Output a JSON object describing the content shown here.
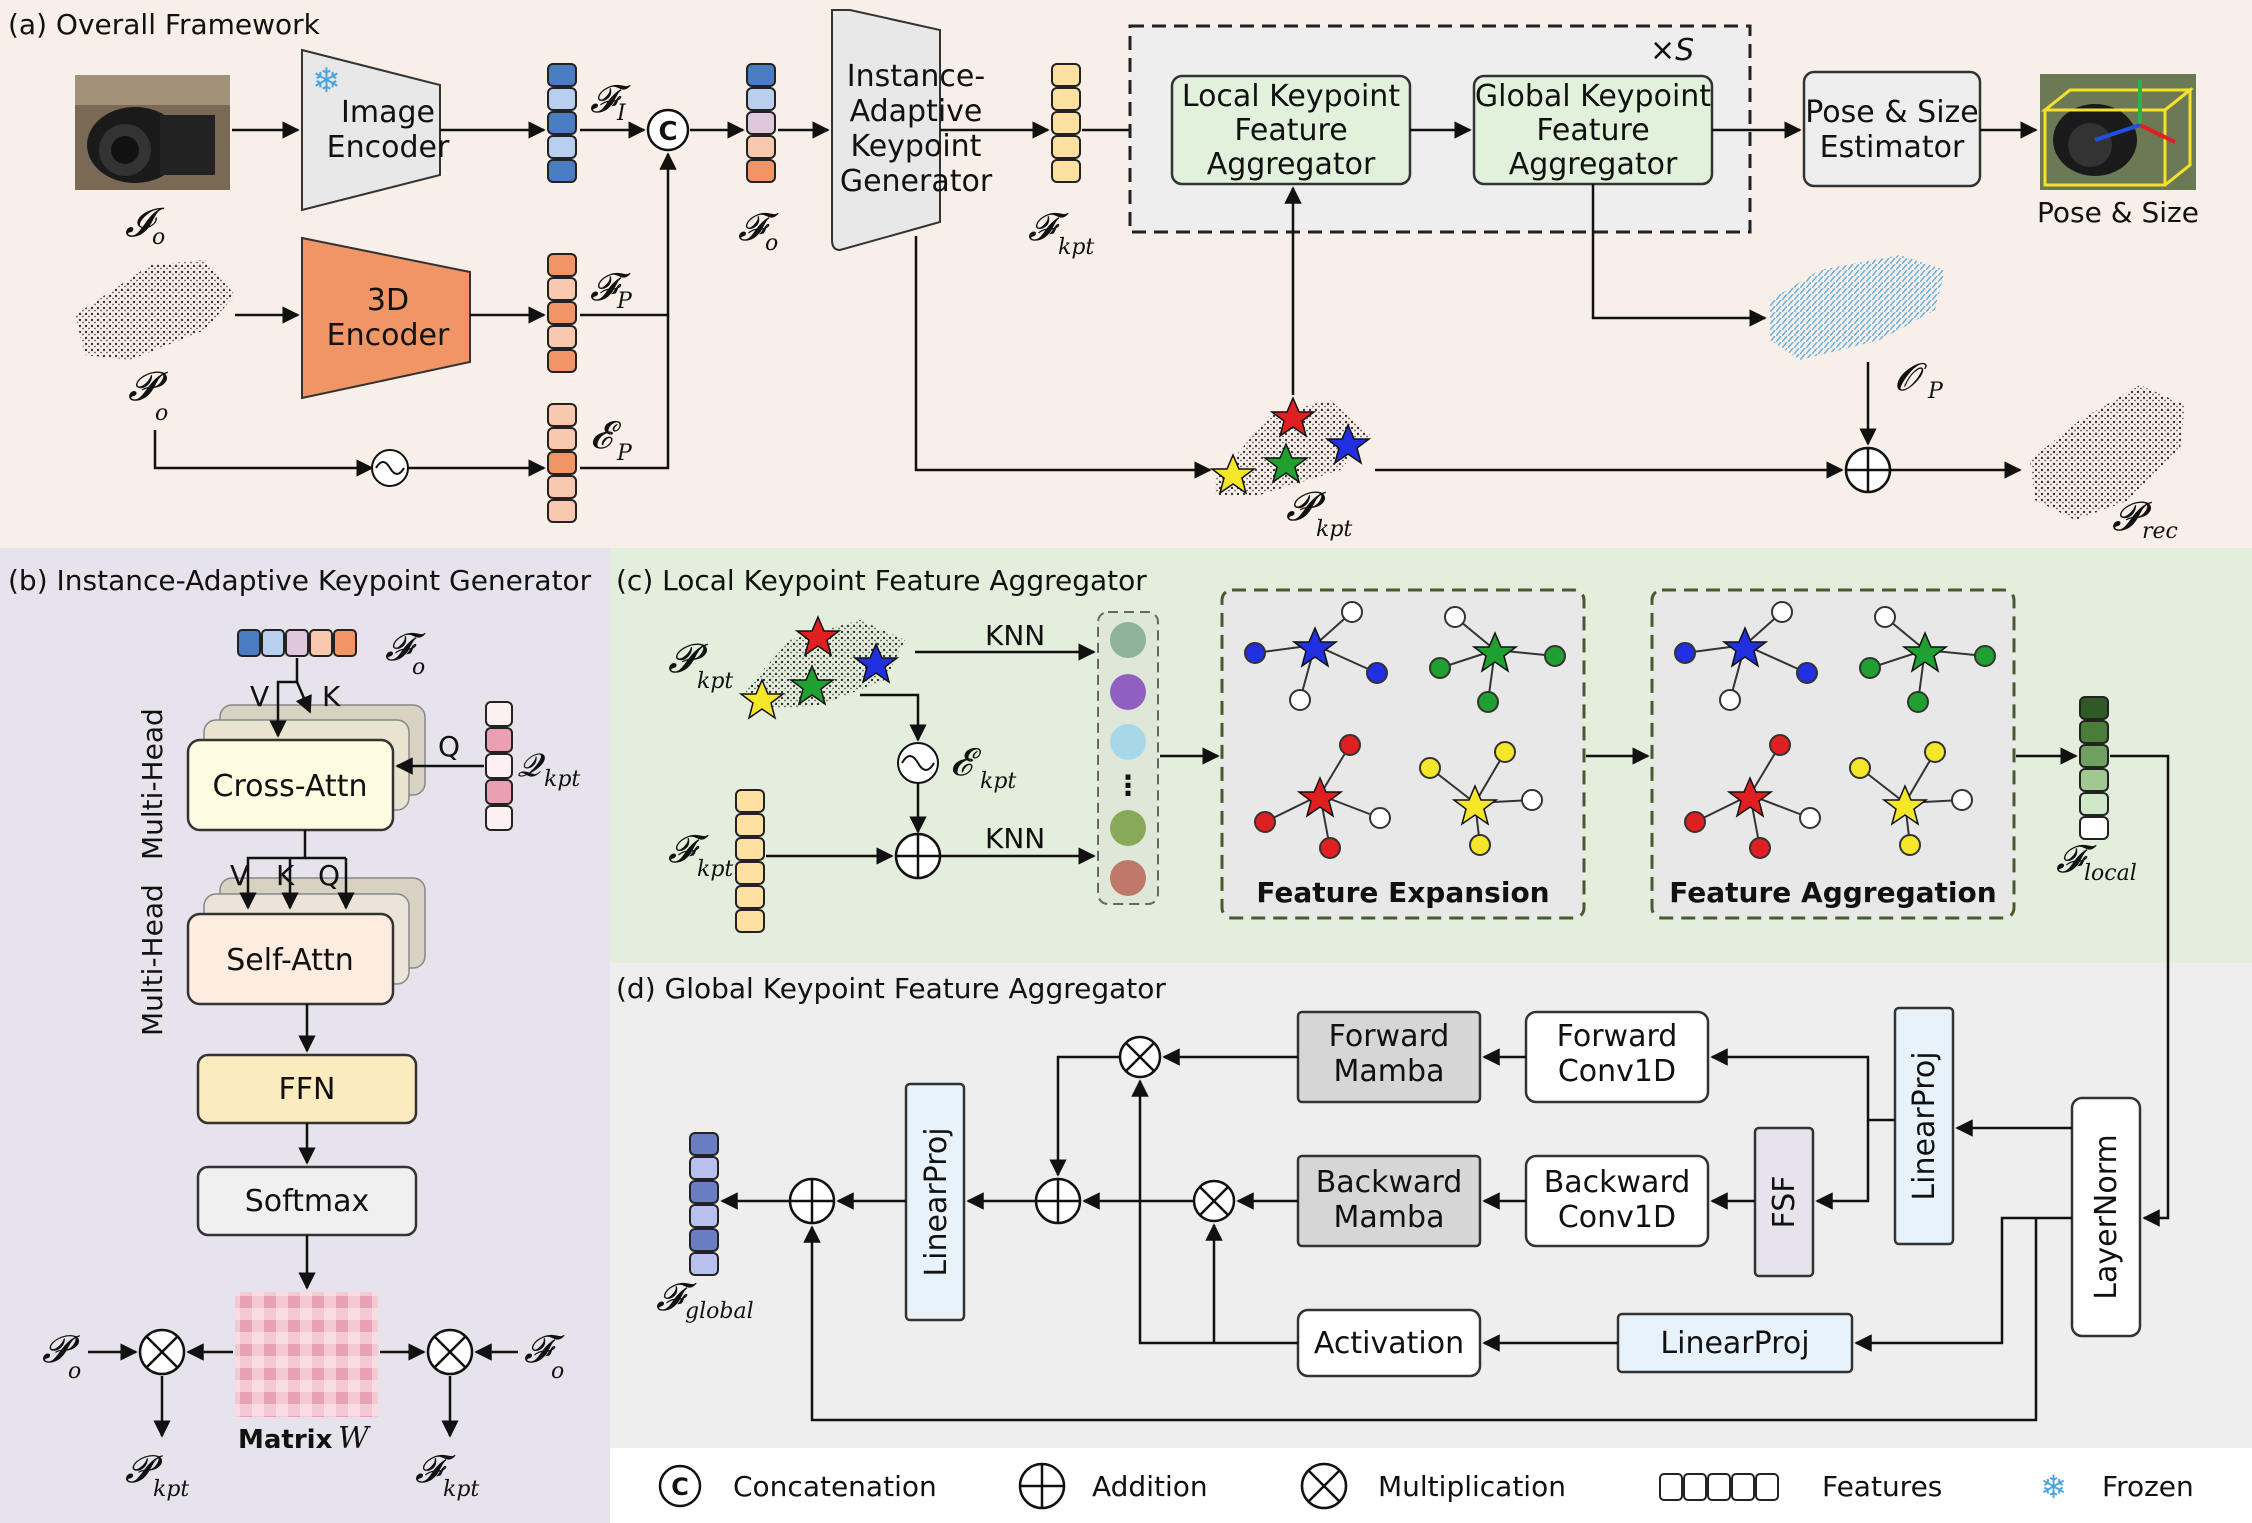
{
  "panels": {
    "a": "(a) Overall Framework",
    "b": "(b) Instance-Adaptive Keypoint Generator",
    "c": "(c) Local Keypoint Feature Aggregator",
    "d": "(d) Global Keypoint Feature Aggregator"
  },
  "a": {
    "image_encoder": [
      "Image",
      "Encoder"
    ],
    "encoder_3d": [
      "3D",
      "Encoder"
    ],
    "generator": [
      "Instance-",
      "Adaptive",
      "Keypoint",
      "Generator"
    ],
    "local_agg": [
      "Local Keypoint",
      "Feature",
      "Aggregator"
    ],
    "global_agg": [
      "Global Keypoint",
      "Feature",
      "Aggregator"
    ],
    "repeat": "×S",
    "pose_estimator": [
      "Pose & Size",
      "Estimator"
    ],
    "pose_output": "Pose & Size",
    "sym": {
      "F": "F",
      "I_sub": "I",
      "P_sub": "P",
      "E": "E",
      "o_sub": "o",
      "kpt_sub": "kpt",
      "rec_sub": "rec",
      "O": "O",
      "Pcal": "P",
      "Ical": "I",
      "concat": "C"
    }
  },
  "b": {
    "multihead": "Multi-Head",
    "cross_attn": "Cross-Attn",
    "self_attn": "Self-Attn",
    "ffn": "FFN",
    "softmax": "Softmax",
    "matrix": "Matrix",
    "W": "W",
    "V": "V",
    "K": "K",
    "Q": "Q"
  },
  "c": {
    "knn": "KNN",
    "feature_expansion": "Feature Expansion",
    "feature_aggregation": "Feature Aggregation",
    "local_sub": "local",
    "dots": "⋮"
  },
  "d": {
    "forward_mamba": [
      "Forward",
      "Mamba"
    ],
    "backward_mamba": [
      "Backward",
      "Mamba"
    ],
    "forward_conv": [
      "Forward",
      "Conv1D"
    ],
    "backward_conv": [
      "Backward",
      "Conv1D"
    ],
    "linearproj": "LinearProj",
    "fsf": "FSF",
    "layernorm": "LayerNorm",
    "activation": "Activation",
    "global_sub": "global"
  },
  "legend": {
    "concat": "Concatenation",
    "addition": "Addition",
    "multiplication": "Multiplication",
    "features": "Features",
    "frozen": "Frozen"
  },
  "colors": {
    "panel_a_bg": "#f8efe9",
    "panel_b_bg": "#e6e3ec",
    "panel_c_bg": "#e4eedc",
    "panel_d_bg": "#eeeeee",
    "blue": "#4a7cc2",
    "orange": "#ef9566",
    "yellow": "#fbe0a0",
    "green_box": "#e1f1dc",
    "green_border": "#507a3c"
  }
}
